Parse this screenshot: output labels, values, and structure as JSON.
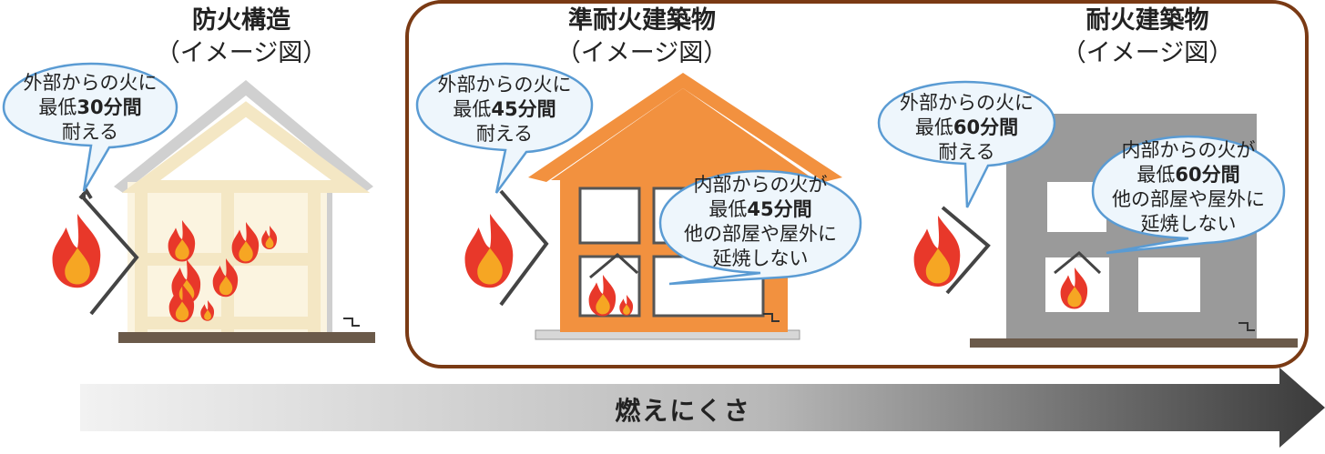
{
  "colors": {
    "frame_border": "#7a3a14",
    "bubble_fill": "#eef6fc",
    "bubble_stroke": "#5a9bd3",
    "fire_outer": "#e8382a",
    "fire_inner": "#f6a623",
    "house1_frame": "#f4e7c4",
    "house2_frame": "#f2913f",
    "building3": "#999999",
    "ground": "#6b5a4a"
  },
  "panels": [
    {
      "title": "防火構造",
      "subtitle": "（イメージ図）",
      "outside_bubble": {
        "line1": "外部からの火に",
        "line2_prefix": "最低",
        "line2_bold": "30分間",
        "line3": "耐える"
      }
    },
    {
      "title": "準耐火建築物",
      "subtitle": "（イメージ図）",
      "outside_bubble": {
        "line1": "外部からの火に",
        "line2_prefix": "最低",
        "line2_bold": "45分間",
        "line3": "耐える"
      },
      "inside_bubble": {
        "line1": "内部からの火が",
        "line2_prefix": "最低",
        "line2_bold": "45分間",
        "line3": "他の部屋や屋外に",
        "line4": "延焼しない"
      }
    },
    {
      "title": "耐火建築物",
      "subtitle": "（イメージ図）",
      "outside_bubble": {
        "line1": "外部からの火に",
        "line2_prefix": "最低",
        "line2_bold": "60分間",
        "line3": "耐える"
      },
      "inside_bubble": {
        "line1": "内部からの火が",
        "line2_prefix": "最低",
        "line2_bold": "60分間",
        "line3": "他の部屋や屋外に",
        "line4": "延焼しない"
      }
    }
  ],
  "arrow_label": "燃えにくさ"
}
